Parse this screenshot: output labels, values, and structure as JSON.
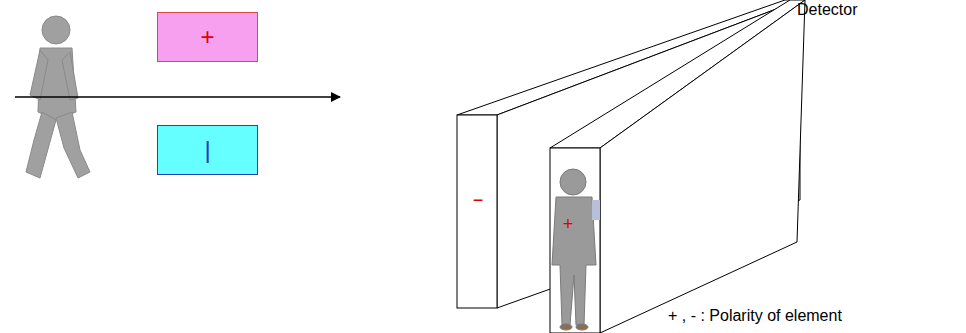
{
  "diagram": {
    "nodes": [
      {
        "text": [
          "+"
        ]
      },
      {
        "text": [
          "|"
        ]
      }
    ],
    "labels": [
      "Detector",
      "−",
      "+",
      "+ , - : Polarity of element"
    ]
  }
}
